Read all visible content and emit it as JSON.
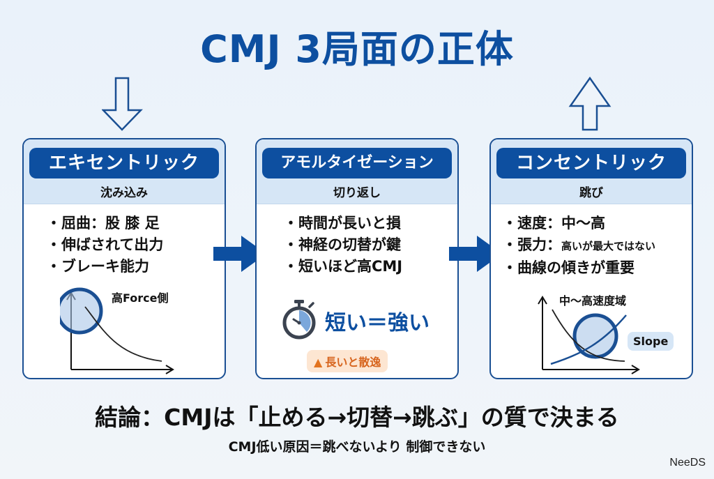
{
  "title": "CMJ 3局面の正体",
  "indicators": {
    "down_arrow_icon": "down-arrow-outline",
    "up_arrow_icon": "up-arrow-outline"
  },
  "phases": [
    {
      "name": "エキセントリック",
      "subtitle": "沈み込み",
      "bullets": [
        "屈曲：股 膝 足",
        "伸ばされて出力",
        "ブレーキ能力"
      ],
      "graph_label": "高Force側"
    },
    {
      "name": "アモルタイゼーション",
      "subtitle": "切り返し",
      "bullets": [
        "時間が長いと損",
        "神経の切替が鍵",
        "短いほど高CMJ"
      ],
      "highlight": "短い＝強い",
      "warning": "長いと散逸"
    },
    {
      "name": "コンセントリック",
      "subtitle": "跳び",
      "bullets": [
        {
          "main": "速度：中〜高"
        },
        {
          "main": "張力：",
          "small": "高いが最大ではない"
        },
        {
          "main": "曲線の傾きが重要"
        }
      ],
      "graph_label": "中〜高速度域",
      "badge": "Slope"
    }
  ],
  "bullet_marker": "・",
  "conclusion": "結論：CMJは「止める→切替→跳ぶ」の質で決まる",
  "sub_conclusion": "CMJ低い原因＝跳べないより 制御できない",
  "brand": "NeeDS",
  "colors": {
    "primary": "#0d4fa0",
    "header_bg": "#d6e6f6",
    "warning": "#e2731f",
    "warning_bg": "#fde6d2"
  }
}
